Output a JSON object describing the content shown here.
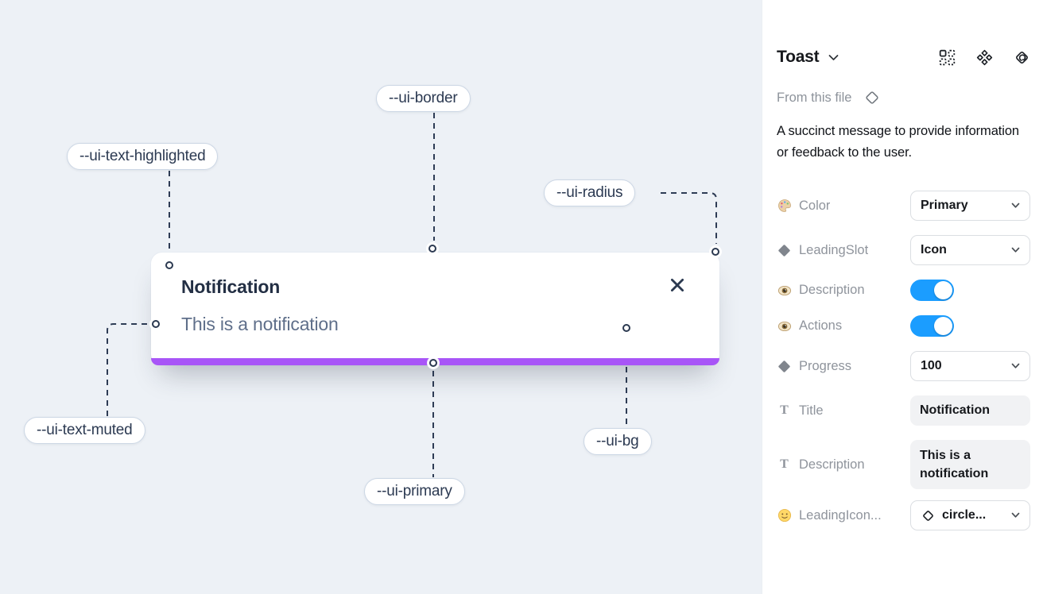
{
  "colors": {
    "primary_purple": "#a855f7",
    "toggle_on_blue": "#1b9dff",
    "canvas_background": "#edf1f6",
    "annotation_ink": "#2e3c55"
  },
  "canvas": {
    "toast": {
      "title": "Notification",
      "description": "This is a notification",
      "close_icon": "x-icon",
      "progress_bar": "full-width"
    },
    "annotations": [
      {
        "label": "--ui-border"
      },
      {
        "label": "--ui-text-highlighted"
      },
      {
        "label": "--ui-radius"
      },
      {
        "label": "--ui-text-muted"
      },
      {
        "label": "--ui-primary"
      },
      {
        "label": "--ui-bg"
      }
    ]
  },
  "panel": {
    "title": "Toast",
    "title_chevron": "chevron-down-icon",
    "header_icons": [
      "component-grid-icon",
      "component-icon",
      "go-to-main-component-icon"
    ],
    "source_label": "From this file",
    "source_icon": "diamond-outline-icon",
    "description": "A succinct message to provide information or feedback to the user.",
    "properties": [
      {
        "label": "Color",
        "icon": "palette-icon",
        "control": "select",
        "value": "Primary"
      },
      {
        "label": "LeadingSlot",
        "icon": "diamond-icon",
        "control": "select",
        "value": "Icon"
      },
      {
        "label": "Description",
        "icon": "eye-icon",
        "control": "toggle",
        "value": "on"
      },
      {
        "label": "Actions",
        "icon": "eye-icon",
        "control": "toggle",
        "value": "on"
      },
      {
        "label": "Progress",
        "icon": "diamond-icon",
        "control": "select",
        "value": "100"
      },
      {
        "label": "Title",
        "icon": "text-icon",
        "control": "text-field",
        "value": "Notification"
      },
      {
        "label": "Description",
        "icon": "text-icon",
        "control": "text-field",
        "value": "This is a notification"
      },
      {
        "label": "LeadingIcon...",
        "icon": "smiley-icon",
        "control": "select",
        "value": "circle...",
        "value_icon": "diamond-outline-icon"
      }
    ]
  }
}
